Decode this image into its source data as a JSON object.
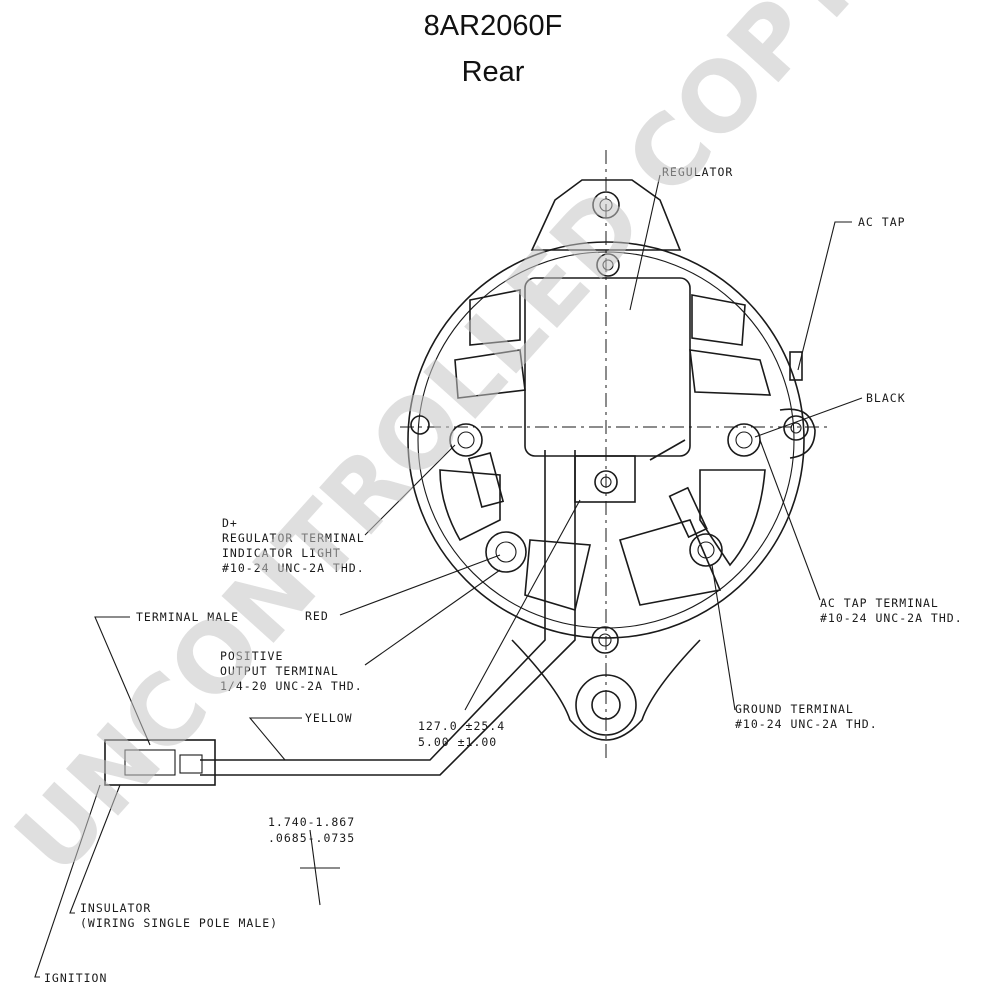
{
  "title": {
    "part_number": "8AR2060F",
    "view": "Rear"
  },
  "watermark": "UNCONTROLLED COPY",
  "labels": {
    "regulator": "REGULATOR",
    "ac_tap": "AC TAP",
    "black": "BLACK",
    "d_plus": "D+",
    "regulator_terminal": "REGULATOR TERMINAL",
    "indicator_light": "INDICATOR LIGHT",
    "d_plus_thread": "#10-24 UNC-2A THD.",
    "terminal_male": "TERMINAL MALE",
    "red": "RED",
    "positive": "POSITIVE",
    "output_terminal": "OUTPUT TERMINAL",
    "positive_thread": "1/4-20 UNC-2A THD.",
    "yellow": "YELLOW",
    "dim_mm": "127.0 ±25.4",
    "dim_in": "5.00  ±1.00",
    "dim2_mm": "1.740-1.867",
    "dim2_in": ".0685-.0735",
    "insulator": "INSULATOR",
    "insulator_note": "(WIRING SINGLE POLE MALE)",
    "ignition": "IGNITION",
    "ac_tap_terminal": "AC TAP TERMINAL",
    "ac_tap_thread": "#10-24 UNC-2A THD.",
    "ground_terminal": "GROUND TERMINAL",
    "ground_thread": "#10-24 UNC-2A THD."
  },
  "colors": {
    "line": "#1a1a1a",
    "watermark": "#c4c4c4"
  }
}
